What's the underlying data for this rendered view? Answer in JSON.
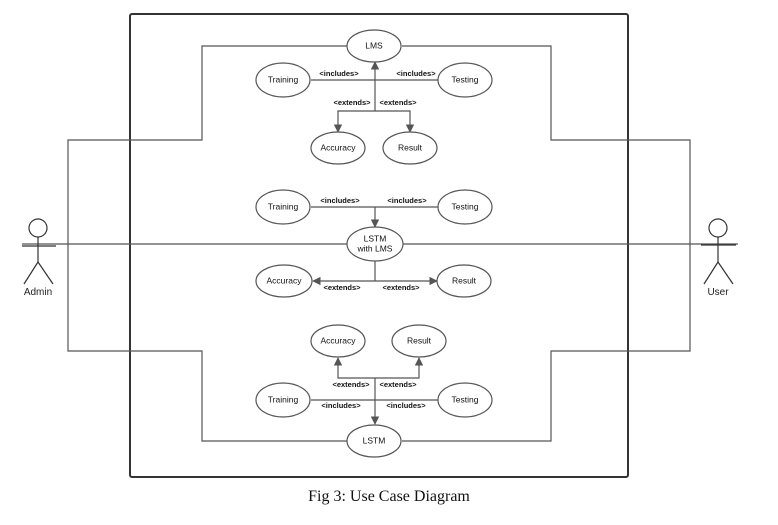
{
  "caption": "Fig 3: Use Case Diagram",
  "actors": {
    "left": "Admin",
    "right": "User"
  },
  "relations": {
    "includes": "<includes>",
    "extends": "<extends>"
  },
  "top_group": {
    "main": "LMS",
    "training": "Training",
    "testing": "Testing",
    "accuracy": "Accuracy",
    "result": "Result"
  },
  "middle_group": {
    "main_line1": "LSTM",
    "main_line2": "with LMS",
    "training": "Training",
    "testing": "Testing",
    "accuracy": "Accuracy",
    "result": "Result"
  },
  "bottom_group": {
    "main": "LSTM",
    "training": "Training",
    "testing": "Testing",
    "accuracy": "Accuracy",
    "result": "Result"
  },
  "colors": {
    "line": "#555555",
    "border": "#333333",
    "ellipse_fill": "#ffffff"
  }
}
